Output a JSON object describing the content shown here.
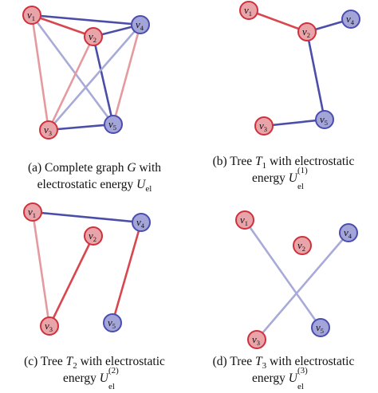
{
  "colors": {
    "red_fill": "#e8a4a8",
    "red_stroke": "#d0303c",
    "blue_fill": "#a3a4d8",
    "blue_stroke": "#4a4cb0",
    "red_edge": "#d9464f",
    "blue_edge": "#4b4ea8",
    "red_edge_light": "#e49ba0",
    "blue_edge_light": "#a8aad8"
  },
  "vertex_labels": {
    "v1": {
      "base": "v",
      "sub": "1"
    },
    "v2": {
      "base": "v",
      "sub": "2"
    },
    "v3": {
      "base": "v",
      "sub": "3"
    },
    "v4": {
      "base": "v",
      "sub": "4"
    },
    "v5": {
      "base": "v",
      "sub": "5"
    }
  },
  "panels": [
    {
      "id": "a",
      "caption": {
        "line1_prefix": "(a) Complete graph ",
        "line1_var": "G",
        "line1_suffix": " with",
        "line2_prefix": "electrostatic energy ",
        "line2_var": "U",
        "line2_sub": "el"
      },
      "edges": [
        [
          "v1",
          "v2",
          "red"
        ],
        [
          "v1",
          "v4",
          "blue"
        ],
        [
          "v1",
          "v3",
          "red_light"
        ],
        [
          "v1",
          "v5",
          "blue_light"
        ],
        [
          "v2",
          "v4",
          "blue"
        ],
        [
          "v2",
          "v5",
          "blue"
        ],
        [
          "v2",
          "v3",
          "red_light"
        ],
        [
          "v4",
          "v3",
          "blue_light"
        ],
        [
          "v4",
          "v5",
          "red_light"
        ],
        [
          "v3",
          "v5",
          "blue"
        ]
      ]
    },
    {
      "id": "b",
      "caption": {
        "line1_prefix": "(b) Tree ",
        "line1_var": "T",
        "line1_var_sub": "1",
        "line1_suffix": " with electrostatic",
        "line2_prefix": "energy ",
        "line2_var": "U",
        "line2_sub": "el",
        "line2_sup": "(1)"
      },
      "edges": [
        [
          "v1",
          "v2",
          "red"
        ],
        [
          "v2",
          "v4",
          "blue"
        ],
        [
          "v2",
          "v5",
          "blue"
        ],
        [
          "v3",
          "v5",
          "blue"
        ]
      ]
    },
    {
      "id": "c",
      "caption": {
        "line1_prefix": "(c) Tree ",
        "line1_var": "T",
        "line1_var_sub": "2",
        "line1_suffix": " with electrostatic",
        "line2_prefix": "energy ",
        "line2_var": "U",
        "line2_sub": "el",
        "line2_sup": "(2)"
      },
      "edges": [
        [
          "v1",
          "v4",
          "blue"
        ],
        [
          "v1",
          "v3",
          "red_light"
        ],
        [
          "v2",
          "v3",
          "red"
        ],
        [
          "v4",
          "v5",
          "red"
        ]
      ]
    },
    {
      "id": "d",
      "caption": {
        "line1_prefix": "(d) Tree ",
        "line1_var": "T",
        "line1_var_sub": "3",
        "line1_suffix": " with electrostatic",
        "line2_prefix": "energy ",
        "line2_var": "U",
        "line2_sub": "el",
        "line2_sup": "(3)"
      },
      "edges": [
        [
          "v1",
          "v5",
          "blue_light"
        ],
        [
          "v4",
          "v3",
          "blue_light"
        ]
      ]
    }
  ]
}
